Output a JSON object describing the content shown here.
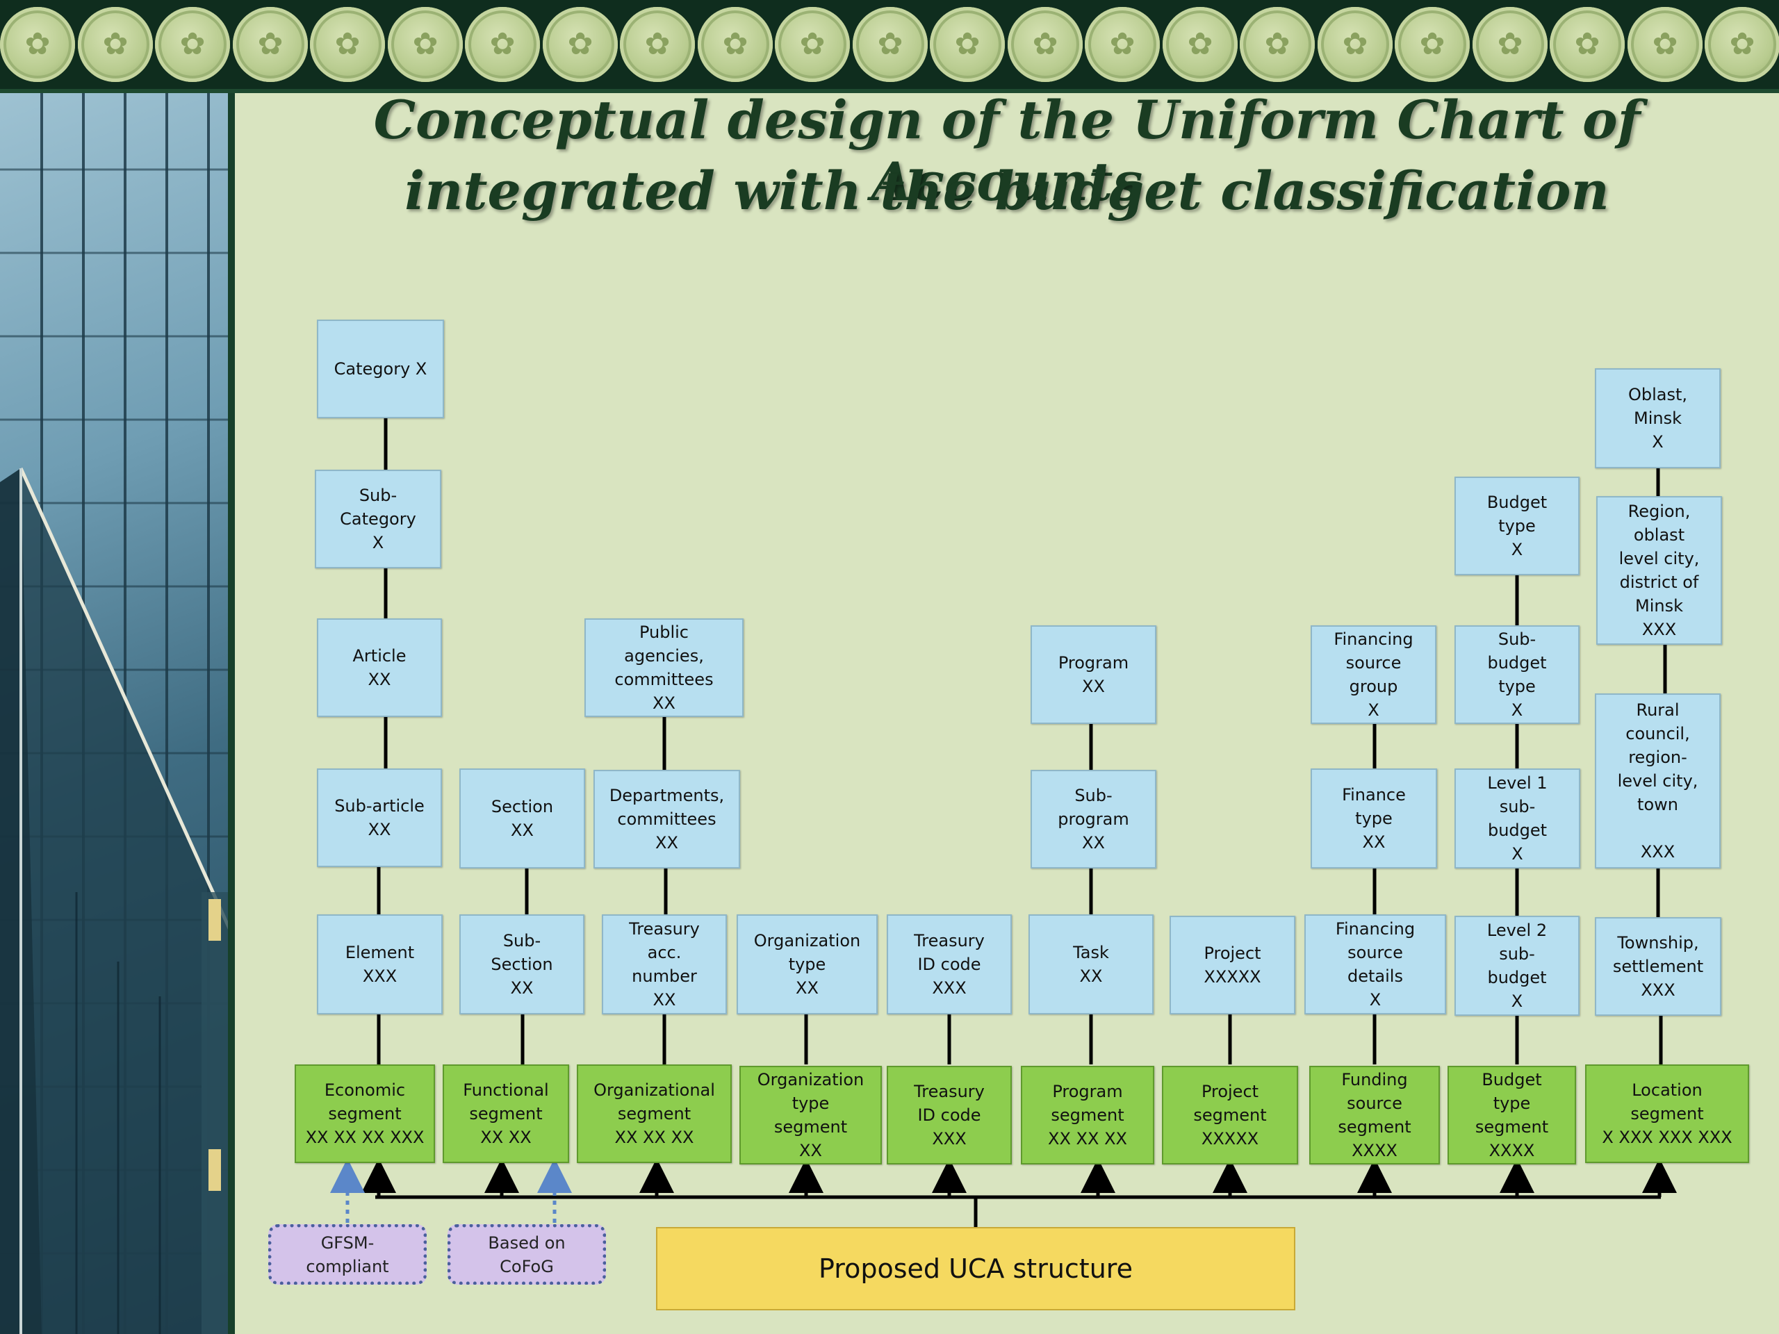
{
  "title": {
    "line1": "Conceptual design of the Uniform Chart of Accounts",
    "line2": "integrated with the budget classification"
  },
  "columns": [
    {
      "levels": [
        "Category X",
        "Sub-\nCategory\nX",
        "Article\nXX",
        "Sub-article\nXX",
        "Element\nXXX"
      ],
      "segment": "Economic\nsegment\nXX XX XX XXX"
    },
    {
      "levels": [
        "Section\nXX",
        "Sub-\nSection\nXX"
      ],
      "segment": "Functional\nsegment\nXX XX"
    },
    {
      "levels": [
        "Public\nagencies,\ncommittees\nXX",
        "Departments,\ncommittees\nXX",
        "Treasury\nacc.\nnumber\nXX"
      ],
      "segment": "Organizational\nsegment\nXX XX XX"
    },
    {
      "levels": [
        "Organization\ntype\nXX"
      ],
      "segment": "Organization\ntype\nsegment\nXX"
    },
    {
      "levels": [
        "Treasury\nID code\nXXX"
      ],
      "segment": "Treasury\nID code\nXXX"
    },
    {
      "levels": [
        "Program\nXX",
        "Sub-\nprogram\nXX",
        "Task\nXX"
      ],
      "segment": "Program\nsegment\nXX XX XX"
    },
    {
      "levels": [
        "Project\nXXXXX"
      ],
      "segment": "Project\nsegment\nXXXXX"
    },
    {
      "levels": [
        "Financing\nsource\ngroup\nX",
        "Finance\ntype\nXX",
        "Financing\nsource\ndetails\nX"
      ],
      "segment": "Funding\nsource\nsegment\nXXXX"
    },
    {
      "levels": [
        "Budget\ntype\nX",
        "Sub-\nbudget\ntype\nX",
        "Level 1\nsub-\nbudget\nX",
        "Level 2\nsub-\nbudget\nX"
      ],
      "segment": "Budget\ntype\nsegment\nXXXX"
    },
    {
      "levels": [
        "Oblast,\nMinsk\nX",
        "Region,\noblast\nlevel city,\ndistrict of\nMinsk\nXXX",
        "Rural\ncouncil,\nregion-\nlevel city,\ntown\n\nXXX",
        "Township,\nsettlement\nXXX"
      ],
      "segment": "Location\nsegment\nX XXX XXX XXX"
    }
  ],
  "notes": {
    "gfsm": "GFSM-\ncompliant",
    "cofog": "Based on\nCoFoG"
  },
  "structure_label": "Proposed UCA structure"
}
